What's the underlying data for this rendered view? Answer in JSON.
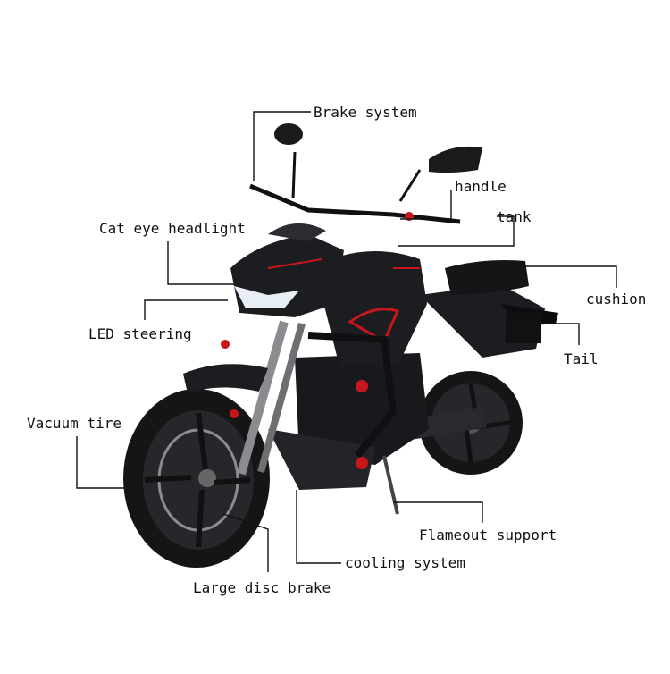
{
  "labels": {
    "brake_system": "Brake system",
    "handle": "handle",
    "tank": "tank",
    "cat_eye_headlight": "Cat eye headlight",
    "cushion": "cushion",
    "led_steering": "LED steering",
    "tail": "Tail",
    "vacuum_tire": "Vacuum tire",
    "flameout_support": "Flameout support",
    "cooling_system": "cooling system",
    "large_disc_brake": "Large disc brake"
  },
  "colors": {
    "body": "#1c1d20",
    "body_dark": "#0c0c0e",
    "accent_red": "#c8161d",
    "tire": "#151515",
    "rim": "#26272b",
    "metal": "#8a8c90",
    "light": "#e8eef5"
  }
}
